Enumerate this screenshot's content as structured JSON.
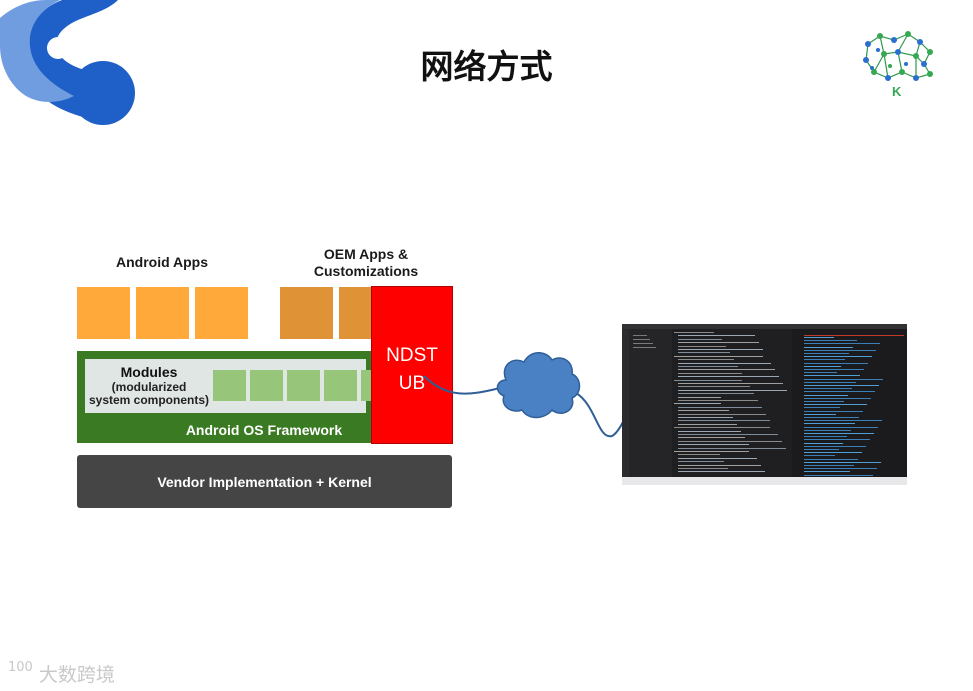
{
  "slide": {
    "title": "网络方式",
    "watermark": "大数跨境",
    "watermark_badge": "100",
    "logo_right_letter": "K"
  },
  "diagram": {
    "android_apps_label": "Android Apps",
    "oem_apps_label_line1": "OEM Apps &",
    "oem_apps_label_line2": "Customizations",
    "modules_title": "Modules",
    "modules_sub_line1": "(modularized",
    "modules_sub_line2": "system components)",
    "framework_label": "Android OS Framework",
    "vendor_label": "Vendor Implementation + Kernel",
    "ndstub_line1": "NDST",
    "ndstub_line2": "UB"
  },
  "colors": {
    "app_orange": "#ffa93b",
    "oem_orange": "#df9236",
    "framework_green": "#3a7a22",
    "module_green": "#97c67a",
    "vendor_gray": "#454545",
    "ndstub_red": "#ff0000",
    "cloud_blue": "#4a80c4",
    "logo_blue": "#1f5fc8",
    "logo_light_blue": "#6f9de0"
  },
  "icons": {
    "logo_left": "stylized-s-logo-icon",
    "logo_right": "brain-network-logo-icon",
    "cloud": "cloud-icon",
    "screenshot": "ide-screenshot-thumbnail"
  }
}
